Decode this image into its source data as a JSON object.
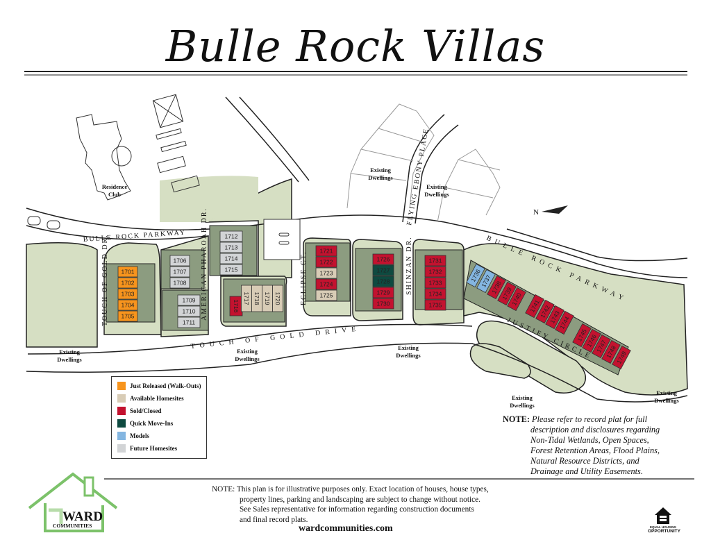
{
  "title": "Bulle Rock Villas",
  "colors": {
    "just_released": "#f7941d",
    "available": "#d8ccb6",
    "sold": "#c3122f",
    "quick_move_in": "#0e4a40",
    "model": "#84b6e1",
    "future": "#d2d4d6",
    "lot_green": "#8c9c80",
    "open_space": "#d6dfc3"
  },
  "streets": {
    "bulle_rock_parkway_west": "BULLE ROCK PARKWAY",
    "bulle_rock_parkway_east": "BULLE ROCK PARKWAY",
    "touch_of_gold_dr": "TOUCH OF GOLD DR.",
    "american_pharoah_dr": "AMERICAN PHAROAH DR.",
    "eclipse_ct": "ECLIPSE CT.",
    "shinzan_dr": "SHINZAN DR.",
    "flying_ebony_place": "FLYING EBONY PLACE",
    "touch_of_gold_drive": "TOUCH OF GOLD DRIVE",
    "justify_circle": "JUSTIFY CIRCLE"
  },
  "places": {
    "residence_club": [
      "Residence",
      "Club"
    ],
    "existing_dwellings": [
      "Existing",
      "Dwellings"
    ],
    "north": "N"
  },
  "lots": [
    {
      "number": "1701",
      "status": "just_released"
    },
    {
      "number": "1702",
      "status": "just_released"
    },
    {
      "number": "1703",
      "status": "just_released"
    },
    {
      "number": "1704",
      "status": "just_released"
    },
    {
      "number": "1705",
      "status": "just_released"
    },
    {
      "number": "1706",
      "status": "future"
    },
    {
      "number": "1707",
      "status": "future"
    },
    {
      "number": "1708",
      "status": "future"
    },
    {
      "number": "1709",
      "status": "future"
    },
    {
      "number": "1710",
      "status": "future"
    },
    {
      "number": "1711",
      "status": "future"
    },
    {
      "number": "1712",
      "status": "future"
    },
    {
      "number": "1713",
      "status": "future"
    },
    {
      "number": "1714",
      "status": "future"
    },
    {
      "number": "1715",
      "status": "future"
    },
    {
      "number": "1716",
      "status": "sold"
    },
    {
      "number": "1717",
      "status": "available"
    },
    {
      "number": "1718",
      "status": "available"
    },
    {
      "number": "1719",
      "status": "available"
    },
    {
      "number": "1720",
      "status": "available"
    },
    {
      "number": "1721",
      "status": "sold"
    },
    {
      "number": "1722",
      "status": "sold"
    },
    {
      "number": "1723",
      "status": "available"
    },
    {
      "number": "1724",
      "status": "sold"
    },
    {
      "number": "1725",
      "status": "available"
    },
    {
      "number": "1726",
      "status": "sold"
    },
    {
      "number": "1727",
      "status": "quick_move_in"
    },
    {
      "number": "1728",
      "status": "quick_move_in"
    },
    {
      "number": "1729",
      "status": "sold"
    },
    {
      "number": "1730",
      "status": "sold"
    },
    {
      "number": "1731",
      "status": "sold"
    },
    {
      "number": "1732",
      "status": "sold"
    },
    {
      "number": "1733",
      "status": "sold"
    },
    {
      "number": "1734",
      "status": "sold"
    },
    {
      "number": "1735",
      "status": "sold"
    },
    {
      "number": "1736",
      "status": "model"
    },
    {
      "number": "1737",
      "status": "model"
    },
    {
      "number": "1738",
      "status": "sold"
    },
    {
      "number": "1739",
      "status": "sold"
    },
    {
      "number": "1740",
      "status": "sold"
    },
    {
      "number": "1741",
      "status": "sold"
    },
    {
      "number": "1742",
      "status": "sold"
    },
    {
      "number": "1743",
      "status": "sold"
    },
    {
      "number": "1744",
      "status": "sold"
    },
    {
      "number": "1745",
      "status": "sold"
    },
    {
      "number": "1746",
      "status": "sold"
    },
    {
      "number": "1747",
      "status": "sold"
    },
    {
      "number": "1748",
      "status": "sold"
    },
    {
      "number": "1749",
      "status": "sold"
    }
  ],
  "legend": [
    {
      "label": "Just Released (Walk-Outs)",
      "status": "just_released"
    },
    {
      "label": "Available Homesites",
      "status": "available"
    },
    {
      "label": "Sold/Closed",
      "status": "sold"
    },
    {
      "label": "Quick Move-Ins",
      "status": "quick_move_in"
    },
    {
      "label": "Models",
      "status": "model"
    },
    {
      "label": "Future Homesites",
      "status": "future"
    }
  ],
  "note_right": {
    "key": "NOTE",
    "lines": [
      "Please refer to record plat for full",
      "description and disclosures regarding",
      "Non-Tidal Wetlands, Open Spaces,",
      "Forest Retention Areas, Flood Plains,",
      "Natural Resource Districts, and",
      "Drainage and Utility Easements."
    ]
  },
  "note_bottom": {
    "lines": [
      "NOTE: This plan is for illustrative purposes only. Exact location of houses, house types,",
      "property lines, parking and landscaping are subject to change without notice.",
      "See Sales representative for information regarding construction documents",
      "and final record plats."
    ]
  },
  "url": "wardcommunities.com",
  "logo": {
    "name": "WARD",
    "sub": "COMMUNITIES"
  },
  "equal_housing": {
    "line1": "EQUAL HOUSING",
    "line2": "OPPORTUNITY"
  }
}
